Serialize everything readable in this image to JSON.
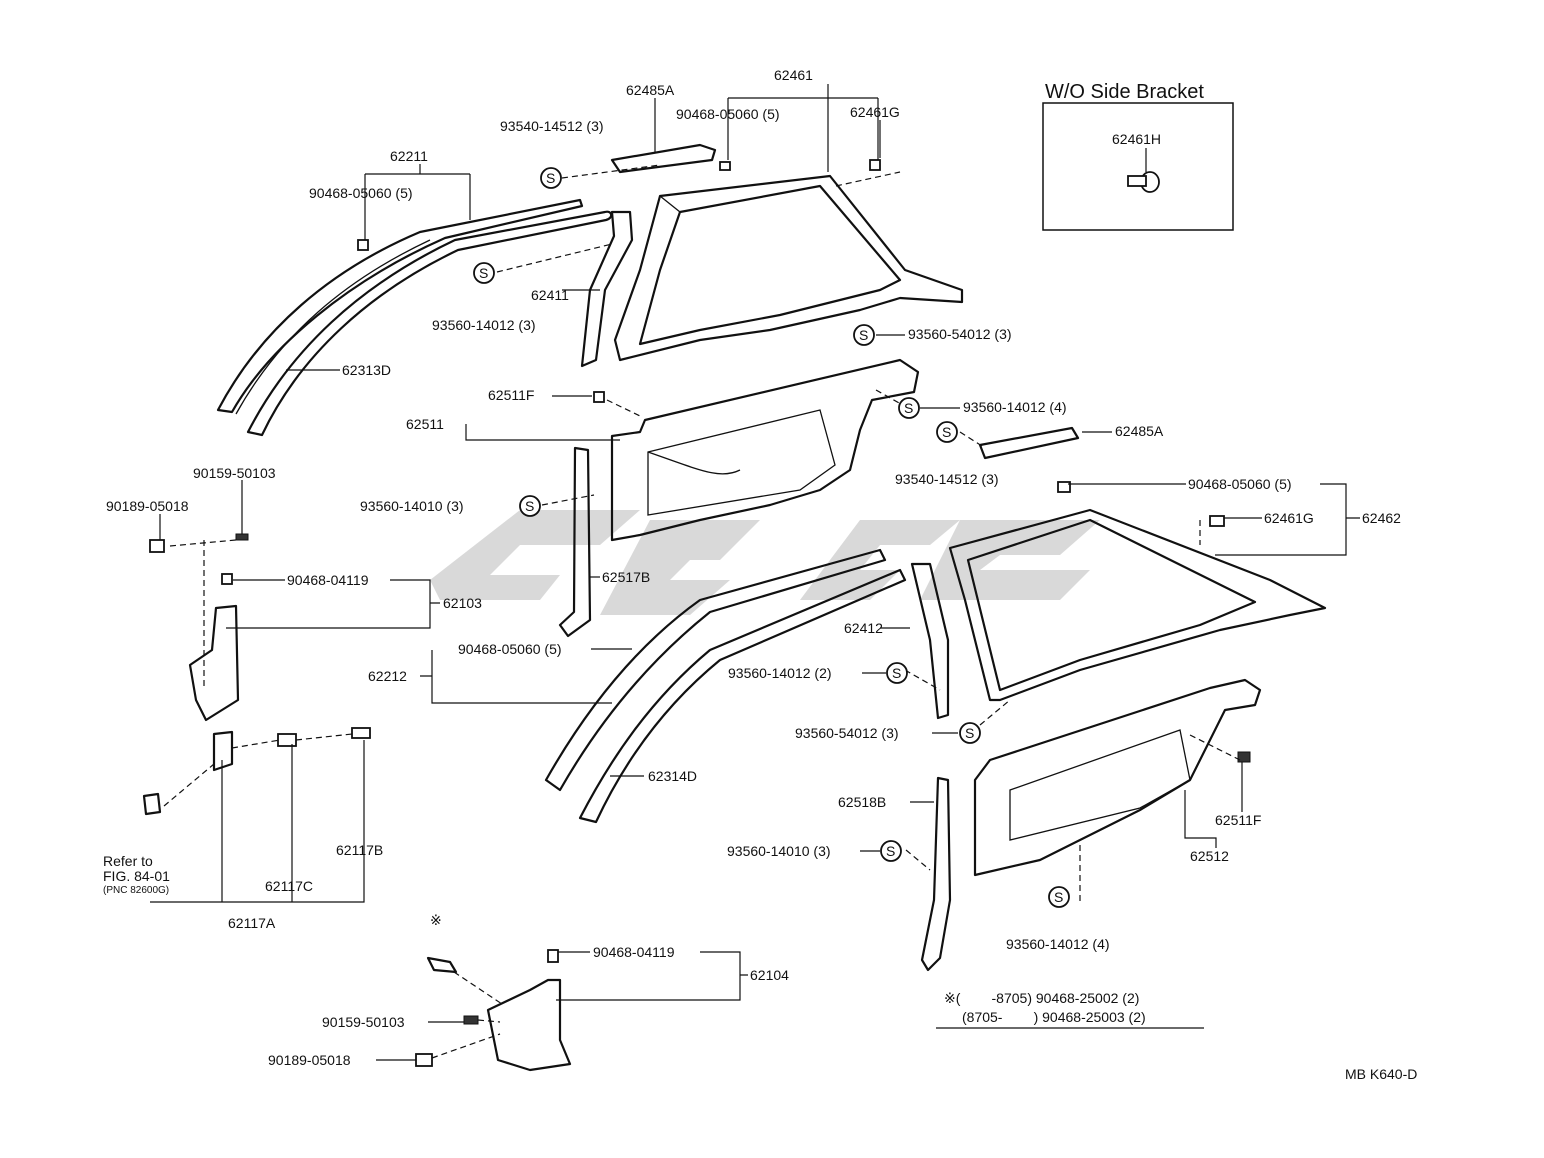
{
  "inset": {
    "title": "W/O Side Bracket",
    "part": "62461H"
  },
  "labels": {
    "p62461": "62461",
    "p62485A_top": "62485A",
    "p90468_05060_top": "90468-05060 (5)",
    "p62461G_top": "62461G",
    "p93540_14512_top": "93540-14512 (3)",
    "p62211": "62211",
    "p90468_05060_left": "90468-05060 (5)",
    "p62411": "62411",
    "p93560_14012_3": "93560-14012 (3)",
    "p93560_54012_top": "93560-54012 (3)",
    "p62313D": "62313D",
    "p62511F_top": "62511F",
    "p62511": "62511",
    "p93560_14012_4_top": "93560-14012 (4)",
    "p62485A_mid": "62485A",
    "p93540_14512_mid": "93540-14512 (3)",
    "p90159_50103_top": "90159-50103",
    "p90189_05018_top": "90189-05018",
    "p93560_14010_top": "93560-14010 (3)",
    "p90468_05060_right": "90468-05060 (5)",
    "p62461G_right": "62461G",
    "p62462": "62462",
    "p90468_04119_top": "90468-04119",
    "p62103": "62103",
    "p62517B": "62517B",
    "p62412": "62412",
    "p90468_05060_mid": "90468-05060 (5)",
    "p62212": "62212",
    "p93560_14012_2": "93560-14012 (2)",
    "p93560_54012_mid": "93560-54012 (3)",
    "p62314D": "62314D",
    "p62518B": "62518B",
    "p62511F_right": "62511F",
    "p62512": "62512",
    "p93560_14010_bot": "93560-14010 (3)",
    "refer_line1": "Refer to",
    "refer_line2": "FIG. 84-01",
    "refer_line3": "(PNC 82600G)",
    "p62117B": "62117B",
    "p62117C": "62117C",
    "p62117A": "62117A",
    "p93560_14012_4_bot": "93560-14012 (4)",
    "asterisk": "※",
    "p90468_04119_bot": "90468-04119",
    "p62104": "62104",
    "p90159_50103_bot": "90159-50103",
    "p90189_05018_bot": "90189-05018",
    "note_line1": "※(        -8705) 90468-25002 (2)",
    "note_line2": "(8705-        ) 90468-25003 (2)",
    "code": "MB K640-D",
    "s_symbol": "S"
  }
}
